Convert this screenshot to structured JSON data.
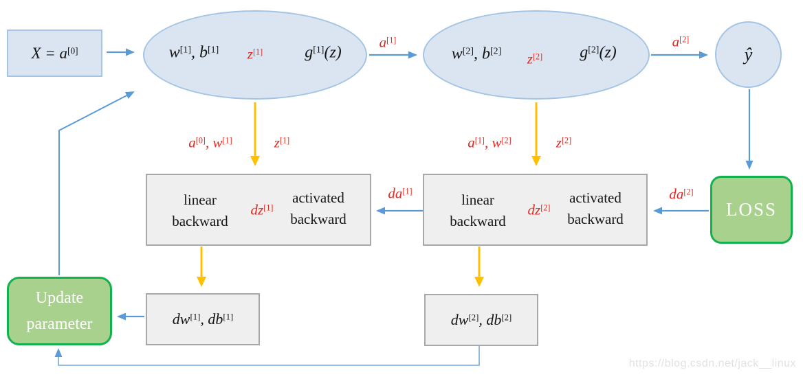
{
  "nodes": {
    "input": {
      "label": "X = a^[0]"
    },
    "layer1": {
      "weights": "w^[1], b^[1]",
      "z": "z^[1]",
      "activation": "g^[1](z)"
    },
    "layer2": {
      "weights": "w^[2], b^[2]",
      "z": "z^[2]",
      "activation": "g^[2](z)"
    },
    "output": {
      "label": "ŷ"
    },
    "loss": {
      "label": "LOSS"
    },
    "update": {
      "label": "Update parameter"
    },
    "backward1": {
      "linear": "linear backward",
      "dz": "dz^[1]",
      "activated": "activated backward"
    },
    "backward2": {
      "linear": "linear backward",
      "dz": "dz^[2]",
      "activated": "activated backward"
    },
    "grad1": {
      "label": "dw^[1], db^[1]"
    },
    "grad2": {
      "label": "dw^[2], db^[2]"
    }
  },
  "edge_labels": {
    "a1": "a^[1]",
    "a2": "a^[2]",
    "cache1": "a^[0], w^[1]",
    "z1": "z^[1]",
    "cache2": "a^[1], w^[2]",
    "z2": "z^[2]",
    "da1": "da^[1]",
    "da2": "da^[2]"
  },
  "watermark": "https://blog.csdn.net/jack__linux",
  "colors": {
    "node_fill": "#dbe5f1",
    "node_border": "#a3c4e4",
    "arrow_blue": "#5b9bd5",
    "arrow_yellow": "#ffc000",
    "label_red": "#e8261e",
    "gray_fill": "#efefef",
    "gray_border": "#a8a8a8",
    "green_fill": "#a9d18e",
    "green_border": "#13b04e",
    "dashed_blue": "#a9c7e8"
  }
}
